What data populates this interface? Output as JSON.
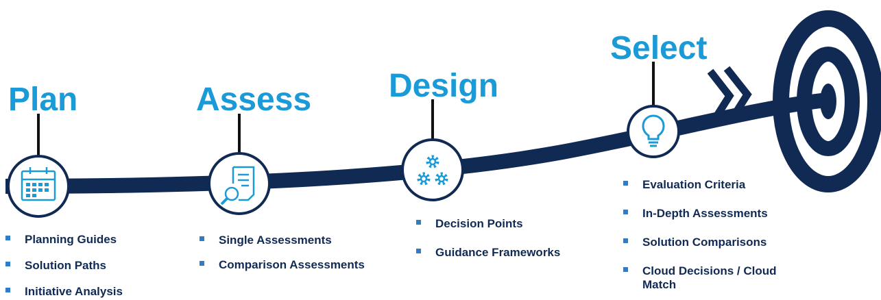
{
  "colors": {
    "navy": "#112a54",
    "accent_blue": "#1a9ad6",
    "bullet_blue": "#2f7cc8",
    "background": "#ffffff"
  },
  "stages": [
    {
      "title": "Plan",
      "icon": "calendar-icon",
      "items": [
        "Planning Guides",
        "Solution Paths",
        "Initiative Analysis"
      ]
    },
    {
      "title": "Assess",
      "icon": "document-search-icon",
      "items": [
        "Single Assessments",
        "Comparison Assessments"
      ]
    },
    {
      "title": "Design",
      "icon": "gears-icon",
      "items": [
        "Decision Points",
        "Guidance Frameworks"
      ]
    },
    {
      "title": "Select",
      "icon": "lightbulb-icon",
      "items": [
        "Evaluation Criteria",
        "In-Depth Assessments",
        "Solution Comparisons",
        "Cloud Decisions / Cloud Match"
      ]
    }
  ],
  "target": {
    "icon": "target-icon"
  }
}
